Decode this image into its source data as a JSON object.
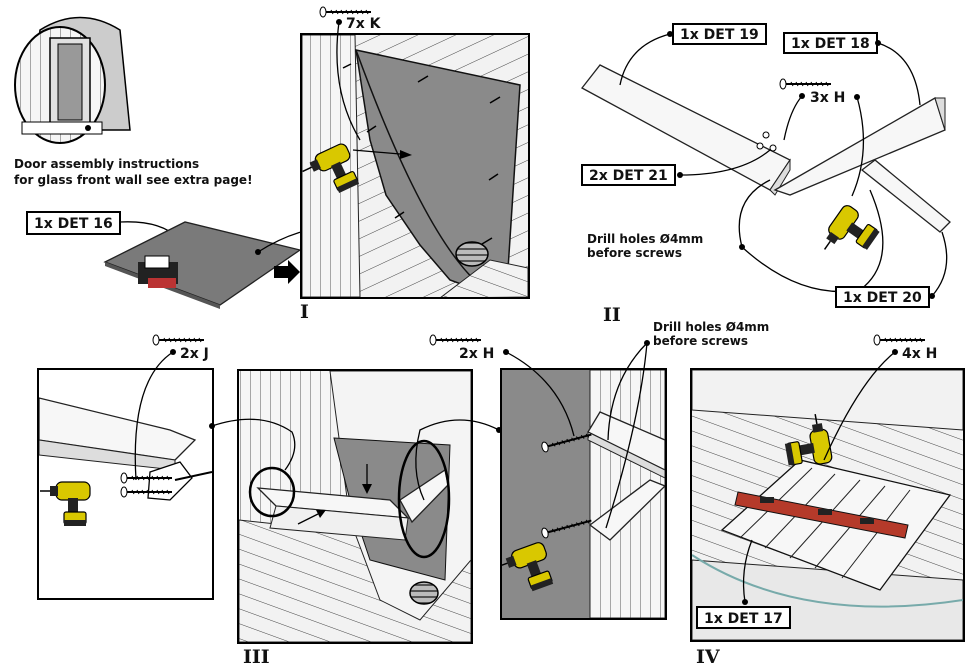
{
  "notes": {
    "door_line1": "Door assembly instructions",
    "door_line2": "for glass front wall see extra page!",
    "drill_a_line1": "Drill holes Ø4mm",
    "drill_a_line2": "before screws",
    "drill_b_line1": "Drill holes Ø4mm",
    "drill_b_line2": "before screws"
  },
  "parts": {
    "det16": "1x DET 16",
    "det19": "1x DET 19",
    "det18": "1x DET 18",
    "det21": "2x DET 21",
    "det20": "1x DET 20",
    "det17": "1x DET 17"
  },
  "screws": {
    "k7": "7x K",
    "h3": "3x H",
    "j2": "2x J",
    "h2": "2x H",
    "h4": "4x H"
  },
  "steps": {
    "s1": "I",
    "s2": "II",
    "s3": "III",
    "s4": "IV"
  }
}
